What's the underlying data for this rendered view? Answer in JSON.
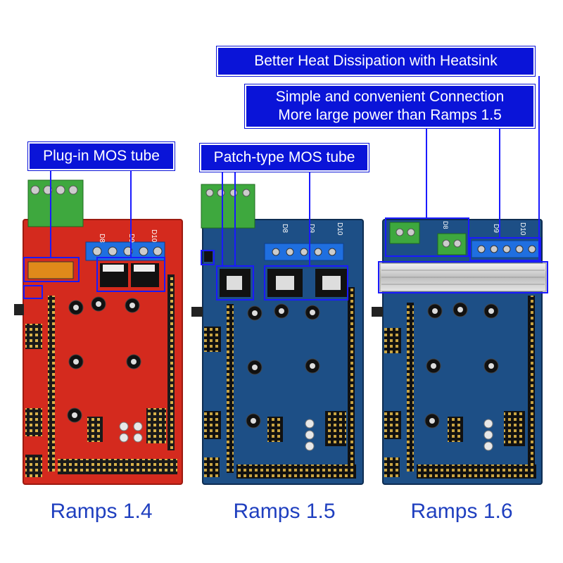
{
  "callouts": {
    "heatsink": "Better Heat Dissipation with Heatsink",
    "connection_line1": "Simple and convenient Connection",
    "connection_line2": "More large power than Ramps 1.5",
    "plugin_mos": "Plug-in MOS tube",
    "patch_mos": "Patch-type MOS tube"
  },
  "boards": [
    {
      "caption": "Ramps 1.4",
      "color": "#d42a1e",
      "pins": [
        "D8",
        "D9",
        "D10"
      ]
    },
    {
      "caption": "Ramps 1.5",
      "color": "#1d4f86",
      "pins": [
        "D8",
        "D9",
        "D10"
      ]
    },
    {
      "caption": "Ramps 1.6",
      "color": "#1d4f86",
      "pins": [
        "D8",
        "D9",
        "D10"
      ]
    }
  ],
  "colors": {
    "callout_bg": "#0a14d8",
    "caption_text": "#1f3fbf",
    "highlight_box": "#1a1aff",
    "terminal_green": "#3ea83e",
    "terminal_blue": "#1f6fe0"
  }
}
